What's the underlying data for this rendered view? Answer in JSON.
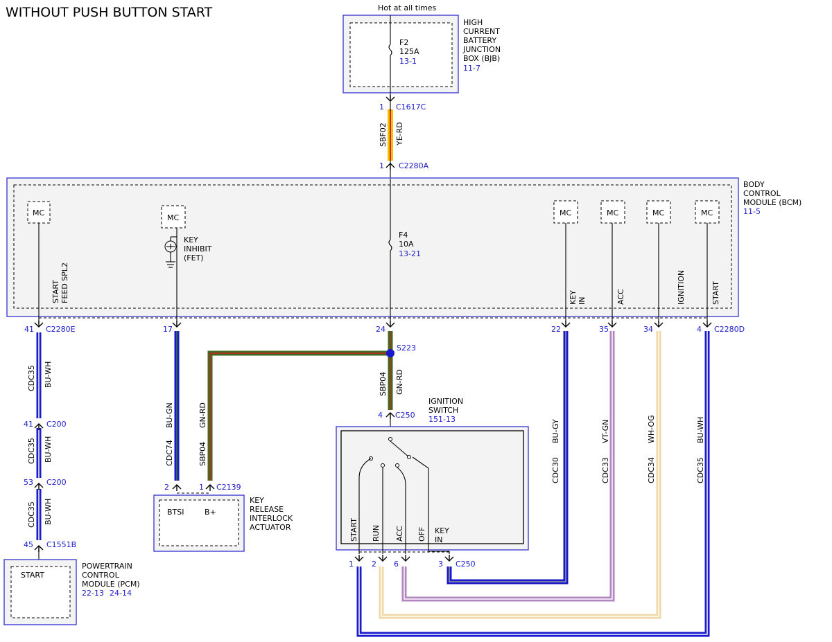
{
  "title": "WITHOUT PUSH BUTTON START",
  "hot_label": "Hot at all times",
  "colors": {
    "BU-WH": [
      "#1a1acc",
      "#ffffff"
    ],
    "BU-GN": [
      "#1a1acc",
      "#2e7d32"
    ],
    "GN-RD": [
      "#3d6b1f",
      "#cc2222"
    ],
    "YE-RD": [
      "#f2c200",
      "#cc2222"
    ],
    "BU-GY": [
      "#1a1acc",
      "#9a9a9a"
    ],
    "VT-GN": [
      "#b085c0",
      "#ffffff"
    ],
    "WH-OG": [
      "#f0d8a8",
      "#ffffff"
    ]
  },
  "bjb": {
    "name": [
      "HIGH",
      "CURRENT",
      "BATTERY",
      "JUNCTION",
      "BOX (BJB)"
    ],
    "ref": "11-7",
    "fuse": "F2",
    "fuse_rating": "125A",
    "fuse_ref": "13-1"
  },
  "bcm": {
    "name": [
      "BODY",
      "CONTROL",
      "MODULE (BCM)"
    ],
    "ref": "11-5",
    "fuse": "F4",
    "fuse_rating": "10A",
    "fuse_ref": "13-21",
    "mc_label": "MC",
    "key_inhibit": [
      "KEY",
      "INHIBIT",
      "(FET)"
    ],
    "start_feed": [
      "START",
      "FEED SPL2"
    ],
    "key_in": [
      "KEY",
      "IN"
    ],
    "acc": "ACC",
    "ignition": "IGNITION",
    "start": "START"
  },
  "connectors": {
    "c1617c": {
      "pin": "1",
      "name": "C1617C"
    },
    "c2280a": {
      "pin": "1",
      "name": "C2280A"
    },
    "c2280e": {
      "pin": "41",
      "name": "C2280E"
    },
    "pin17": "17",
    "pin24": "24",
    "pin22": "22",
    "pin35": "35",
    "pin34": "34",
    "c2280d": {
      "pin": "4",
      "name": "C2280D"
    },
    "s223": "S223",
    "c250_top": {
      "pin": "4",
      "name": "C250"
    },
    "c200_a": {
      "pin": "41",
      "name": "C200"
    },
    "c200_b": {
      "pin": "53",
      "name": "C200"
    },
    "c1551b": {
      "pin": "45",
      "name": "C1551B"
    },
    "c2139": {
      "pin2": "2",
      "pin1": "1",
      "name": "C2139"
    },
    "c250_bottom": {
      "pin1": "1",
      "pin2": "2",
      "pin6": "6",
      "pin3": "3",
      "name": "C250"
    }
  },
  "wires": {
    "sbf02": {
      "circuit": "SBF02",
      "color": "YE-RD"
    },
    "cdc35_a": {
      "circuit": "CDC35",
      "color": "BU-WH"
    },
    "cdc35_b": {
      "circuit": "CDC35",
      "color": "BU-WH"
    },
    "cdc35_c": {
      "circuit": "CDC35",
      "color": "BU-WH"
    },
    "cdc74": {
      "circuit": "CDC74",
      "color": "BU-GN"
    },
    "sbp04_left": {
      "circuit": "SBP04",
      "color": "GN-RD"
    },
    "sbp04_mid": {
      "circuit": "SBP04",
      "color": "GN-RD"
    },
    "cdc30": {
      "circuit": "CDC30",
      "color": "BU-GY"
    },
    "cdc33": {
      "circuit": "CDC33",
      "color": "VT-GN"
    },
    "cdc34": {
      "circuit": "CDC34",
      "color": "WH-OG"
    },
    "cdc35_d": {
      "circuit": "CDC35",
      "color": "BU-WH"
    }
  },
  "ignition_switch": {
    "name": [
      "IGNITION",
      "SWITCH"
    ],
    "ref": "151-13",
    "positions": [
      "START",
      "RUN",
      "ACC",
      "OFF",
      "KEY"
    ],
    "key_in": "IN"
  },
  "pcm": {
    "name": [
      "POWERTRAIN",
      "CONTROL",
      "MODULE (PCM)"
    ],
    "ref1": "22-13",
    "ref2": "24-14",
    "inner": "START"
  },
  "key_release": {
    "name": [
      "KEY",
      "RELEASE",
      "INTERLOCK",
      "ACTUATOR"
    ],
    "btsi": "BTSI",
    "bplus": "B+"
  }
}
